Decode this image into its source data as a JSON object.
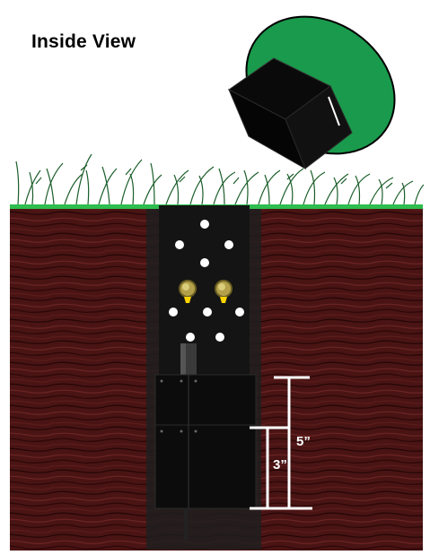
{
  "title": "Inside View",
  "labels": {
    "upper_dimension": "5”",
    "lower_dimension": "3”"
  },
  "colors": {
    "lid_green": "#1a9a4c",
    "ground_line": "#2ebd4e",
    "soil": "#4a1414",
    "post": "#141414",
    "hole_dots": "#ffffff",
    "nozzles": "#b3a04a",
    "nozzle_tips": "#ffd400"
  },
  "icons": {
    "lid": "tilted-lid-with-open-box",
    "grass": "grass-tufts",
    "nozzle": "sprinkler-nozzle"
  }
}
